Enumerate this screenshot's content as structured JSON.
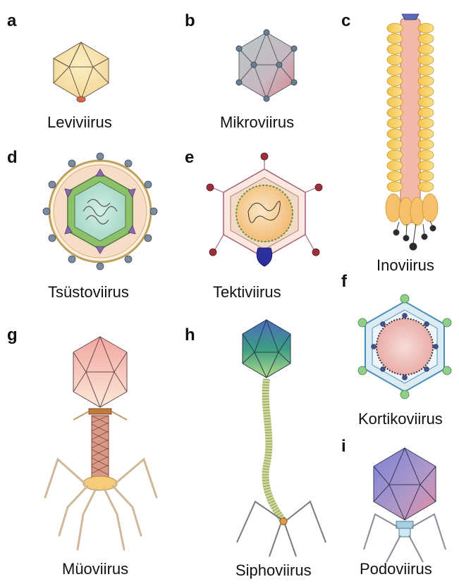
{
  "panels": [
    {
      "letter": "a",
      "name": "Leviviirus"
    },
    {
      "letter": "b",
      "name": "Mikroviirus"
    },
    {
      "letter": "c",
      "name": "Inoviirus"
    },
    {
      "letter": "d",
      "name": "Tsüstoviirus"
    },
    {
      "letter": "e",
      "name": "Tektiviirus"
    },
    {
      "letter": "f",
      "name": "Kortikoviirus"
    },
    {
      "letter": "g",
      "name": "Müoviirus"
    },
    {
      "letter": "h",
      "name": "Siphoviirus"
    },
    {
      "letter": "i",
      "name": "Podoviirus"
    }
  ]
}
